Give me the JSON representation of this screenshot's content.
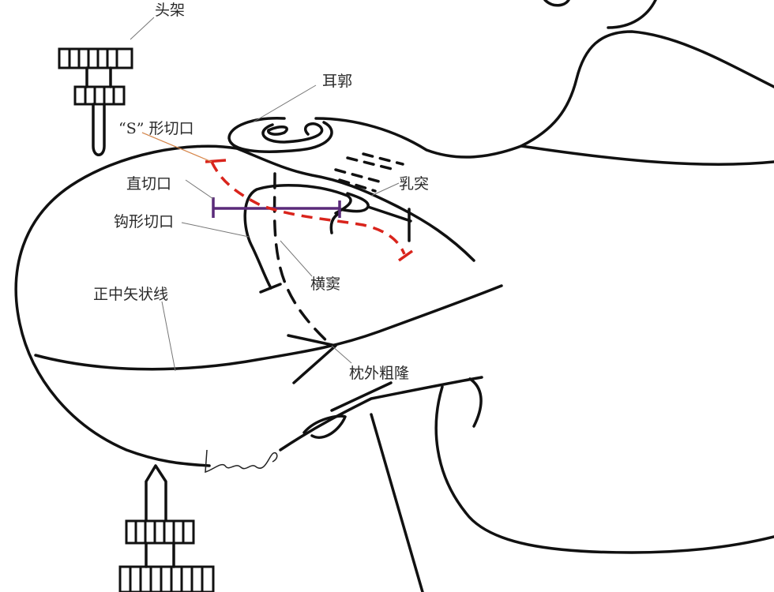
{
  "labels": {
    "head_frame": "头架",
    "auricle": "耳郭",
    "s_incision": "“S” 形切口",
    "straight_incision": "直切口",
    "mastoid": "乳突",
    "hook_incision": "钩形切口",
    "transverse_sinus": "横窦",
    "midsagittal_line": "正中矢状线",
    "external_occipital_protuberance": "枕外粗隆"
  },
  "colors": {
    "s_incision": "#d9241c",
    "straight_incision": "#5a2a7a",
    "outline": "#111111"
  }
}
